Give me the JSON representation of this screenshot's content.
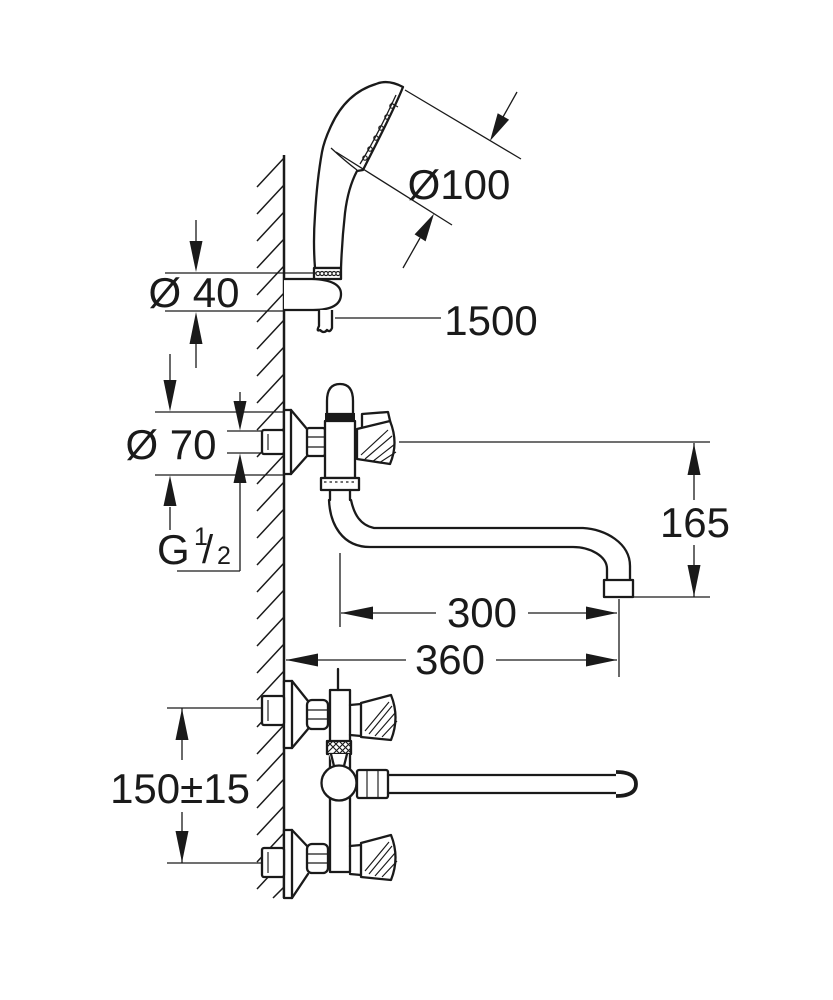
{
  "labels": {
    "shower_head_diameter": "Ø100",
    "bracket_diameter": "Ø 40",
    "hose_length": "1500",
    "rosette_diameter": "Ø 70",
    "thread": {
      "letter": "G",
      "numerator": "1",
      "slash": "/",
      "denominator": "2"
    },
    "outlet_height": "165",
    "spout_reach": "300",
    "overall_reach": "360",
    "connection_distance": "150±15"
  },
  "colors": {
    "ink": "#1a1a1a",
    "paper": "#ffffff"
  }
}
